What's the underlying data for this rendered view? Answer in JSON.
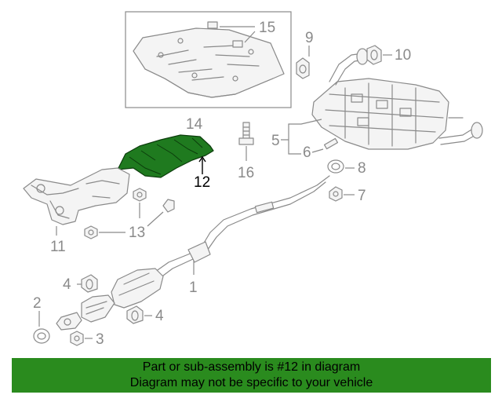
{
  "callouts": {
    "c1": "1",
    "c2": "2",
    "c3": "3",
    "c4a": "4",
    "c4b": "4",
    "c5": "5",
    "c6": "6",
    "c7": "7",
    "c8": "8",
    "c9": "9",
    "c10": "10",
    "c11": "11",
    "c12": "12",
    "c13": "13",
    "c14": "14",
    "c15": "15",
    "c16": "16"
  },
  "highlighted_part": "12",
  "colors": {
    "highlight": "#1f7a1f",
    "banner": "#2a8b1e",
    "line": "#8a8a8a"
  },
  "banner": {
    "line1": "Part or sub-assembly is #12 in diagram",
    "line2": "Diagram may not be specific to your vehicle"
  }
}
